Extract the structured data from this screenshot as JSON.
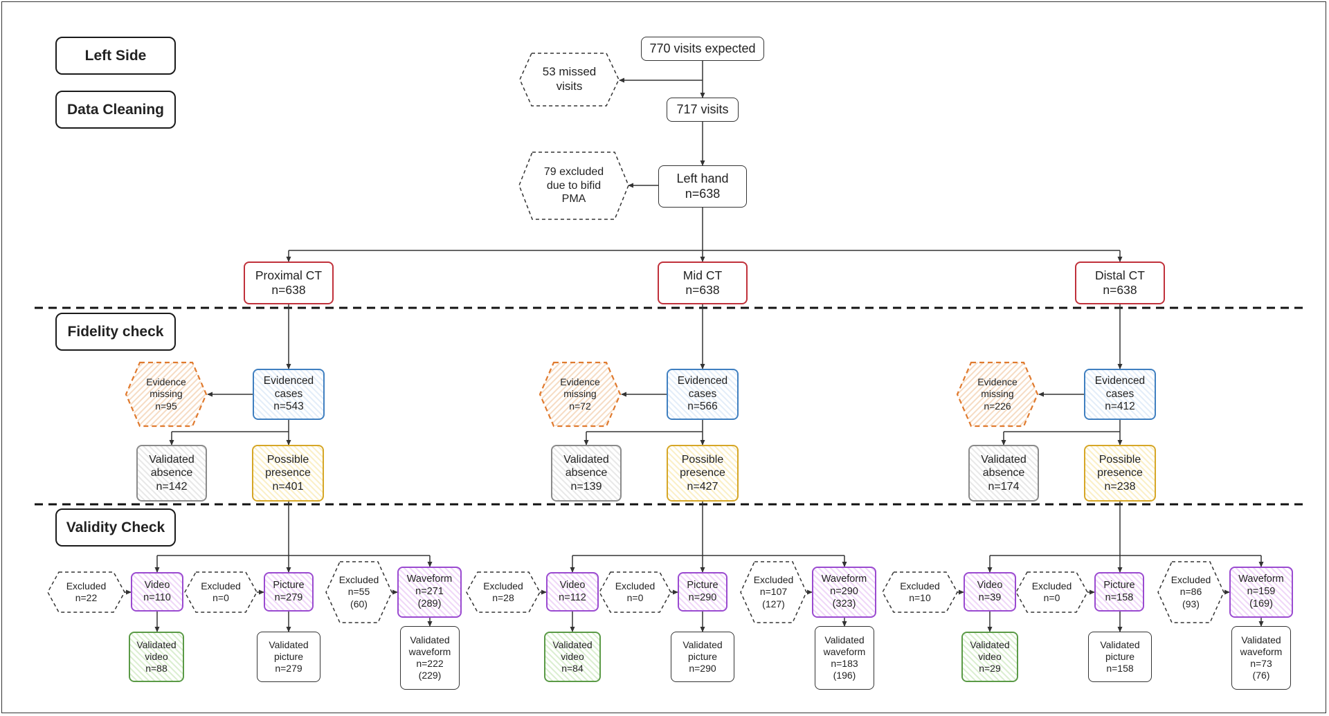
{
  "section_labels": {
    "left_side": "Left Side",
    "data_cleaning": "Data Cleaning",
    "fidelity_check": "Fidelity check",
    "validity_check": "Validity Check"
  },
  "top": {
    "expected": "770 visits expected",
    "missed": [
      "53 missed",
      "visits"
    ],
    "visits": "717 visits",
    "excluded_bifid": [
      "79 excluded",
      "due to bifid",
      "PMA"
    ],
    "left_hand": [
      "Left hand",
      "n=638"
    ]
  },
  "columns": [
    {
      "ct": [
        "Proximal CT",
        "n=638"
      ],
      "evidence_missing": [
        "Evidence",
        "missing",
        "n=95"
      ],
      "evidenced": [
        "Evidenced",
        "cases",
        "n=543"
      ],
      "validated_absence": [
        "Validated",
        "absence",
        "n=142"
      ],
      "possible_presence": [
        "Possible",
        "presence",
        "n=401"
      ],
      "video_excluded": [
        "Excluded",
        "n=22"
      ],
      "video": [
        "Video",
        "n=110"
      ],
      "picture_excluded": [
        "Excluded",
        "n=0"
      ],
      "picture": [
        "Picture",
        "n=279"
      ],
      "waveform_excluded": [
        "Excluded",
        "n=55",
        "(60)"
      ],
      "waveform": [
        "Waveform",
        "n=271",
        "(289)"
      ],
      "validated_video": [
        "Validated",
        "video",
        "n=88"
      ],
      "validated_picture": [
        "Validated",
        "picture",
        "n=279"
      ],
      "validated_waveform": [
        "Validated",
        "waveform",
        "n=222",
        "(229)"
      ]
    },
    {
      "ct": [
        "Mid CT",
        "n=638"
      ],
      "evidence_missing": [
        "Evidence",
        "missing",
        "n=72"
      ],
      "evidenced": [
        "Evidenced",
        "cases",
        "n=566"
      ],
      "validated_absence": [
        "Validated",
        "absence",
        "n=139"
      ],
      "possible_presence": [
        "Possible",
        "presence",
        "n=427"
      ],
      "video_excluded": [
        "Excluded",
        "n=28"
      ],
      "video": [
        "Video",
        "n=112"
      ],
      "picture_excluded": [
        "Excluded",
        "n=0"
      ],
      "picture": [
        "Picture",
        "n=290"
      ],
      "waveform_excluded": [
        "Excluded",
        "n=107",
        "(127)"
      ],
      "waveform": [
        "Waveform",
        "n=290",
        "(323)"
      ],
      "validated_video": [
        "Validated",
        "video",
        "n=84"
      ],
      "validated_picture": [
        "Validated",
        "picture",
        "n=290"
      ],
      "validated_waveform": [
        "Validated",
        "waveform",
        "n=183",
        "(196)"
      ]
    },
    {
      "ct": [
        "Distal CT",
        "n=638"
      ],
      "evidence_missing": [
        "Evidence",
        "missing",
        "n=226"
      ],
      "evidenced": [
        "Evidenced",
        "cases",
        "n=412"
      ],
      "validated_absence": [
        "Validated",
        "absence",
        "n=174"
      ],
      "possible_presence": [
        "Possible",
        "presence",
        "n=238"
      ],
      "video_excluded": [
        "Excluded",
        "n=10"
      ],
      "video": [
        "Video",
        "n=39"
      ],
      "picture_excluded": [
        "Excluded",
        "n=0"
      ],
      "picture": [
        "Picture",
        "n=158"
      ],
      "waveform_excluded": [
        "Excluded",
        "n=86",
        "(93)"
      ],
      "waveform": [
        "Waveform",
        "n=159",
        "(169)"
      ],
      "validated_video": [
        "Validated",
        "video",
        "n=29"
      ],
      "validated_picture": [
        "Validated",
        "picture",
        "n=158"
      ],
      "validated_waveform": [
        "Validated",
        "waveform",
        "n=73",
        "(76)"
      ]
    }
  ],
  "colors": {
    "ct_border": "#c0303a",
    "evidenced_border": "#3f7fc0",
    "evidence_missing_border": "#e07a2e",
    "possible_presence_border": "#d6a626",
    "validated_absence_border": "#8a8a8a",
    "media_border": "#9a4ad0",
    "validated_video_border": "#5a9a46"
  }
}
